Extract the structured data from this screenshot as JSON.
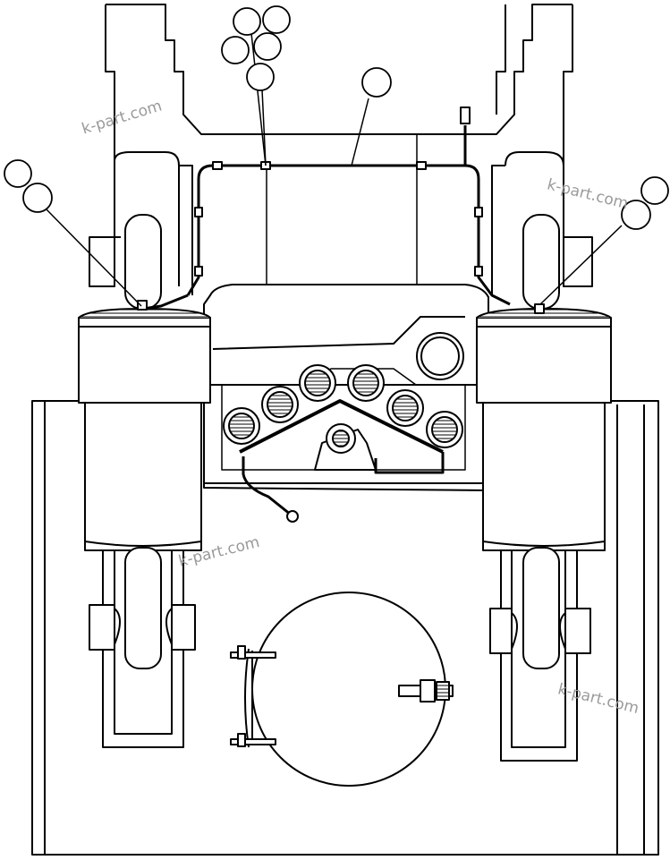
{
  "watermark": {
    "text": "k-part.com",
    "color": "#9a9a9a"
  },
  "line_color": "#000000",
  "background_color": "#ffffff",
  "callouts": [
    {
      "id": "callout-1",
      "label": ""
    },
    {
      "id": "callout-2",
      "label": ""
    },
    {
      "id": "callout-3",
      "label": ""
    },
    {
      "id": "callout-4",
      "label": ""
    },
    {
      "id": "callout-5",
      "label": ""
    },
    {
      "id": "callout-6",
      "label": ""
    },
    {
      "id": "callout-7",
      "label": ""
    },
    {
      "id": "callout-8",
      "label": ""
    },
    {
      "id": "callout-9",
      "label": ""
    },
    {
      "id": "callout-10",
      "label": ""
    },
    {
      "id": "callout-11",
      "label": ""
    }
  ]
}
